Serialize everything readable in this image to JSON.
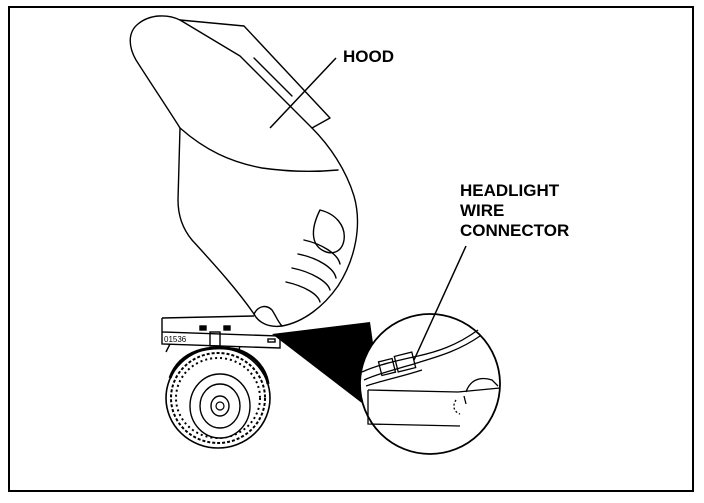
{
  "callouts": {
    "hood": "HOOD",
    "connector_line1": "HEADLIGHT",
    "connector_line2": "WIRE",
    "connector_line3": "CONNECTOR"
  },
  "part_number": "01536",
  "colors": {
    "ink": "#000000",
    "paper": "#ffffff"
  }
}
